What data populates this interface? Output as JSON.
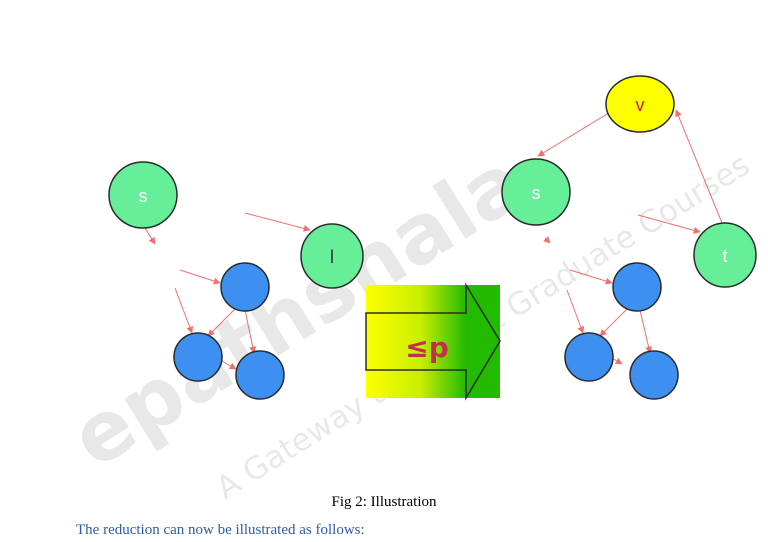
{
  "left_graph": {
    "s_label": "s",
    "l_label": "l"
  },
  "arrow": {
    "label": "≤p"
  },
  "right_graph": {
    "v_label": "v",
    "s_label": "s",
    "t_label": "t"
  },
  "watermark": {
    "brand": "epathshala",
    "tagline": "A Gateway to All Post Graduate Courses"
  },
  "caption": "Fig 2: Illustration",
  "body_text": "The reduction can now be illustrated as follows:",
  "colors": {
    "green_node": "#66ee99",
    "blue_node": "#3d8ff0",
    "yellow_node": "#ffff00",
    "edge": "#f07070",
    "arrow_gradient_start": "#ffff00",
    "arrow_gradient_end": "#22bb00",
    "arrow_label": "#c0304a",
    "caption_text": "#000000",
    "body_text": "#2e5ca8"
  }
}
